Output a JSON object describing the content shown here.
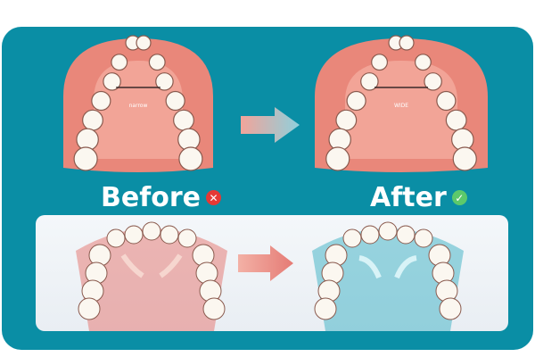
{
  "top": {
    "before": {
      "label": "Before",
      "arch_label": "narrow",
      "status_icon": "x-circle-icon",
      "status_color": "#e53935"
    },
    "after": {
      "label": "After",
      "arch_label": "WIDE",
      "status_icon": "check-circle-icon",
      "status_color": "#5cc96b"
    }
  },
  "colors": {
    "background": "#0a8ea5",
    "palate": "#f2a497",
    "gum": "#e9877a",
    "expanded_tint": "#6fc6d3"
  }
}
